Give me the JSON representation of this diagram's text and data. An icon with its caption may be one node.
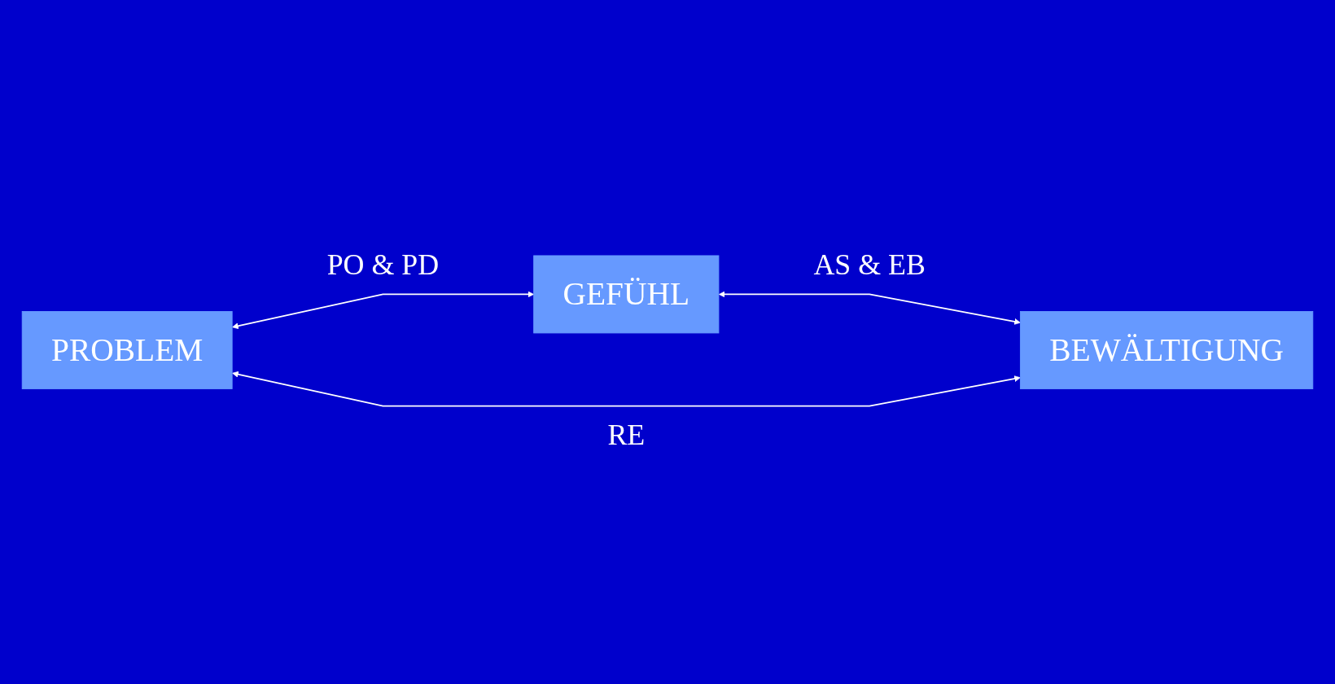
{
  "diagram": {
    "nodes": [
      {
        "text": [
          "GEFÜHL"
        ]
      },
      {
        "text": [
          "PROBLEM"
        ]
      },
      {
        "text": [
          "BEWÄLTIGUNG"
        ]
      }
    ],
    "edges": [
      {
        "from": 1,
        "to": 0,
        "arrow": "both",
        "label": "PO & PD"
      },
      {
        "from": 0,
        "to": 2,
        "arrow": "both",
        "label": "AS & EB"
      },
      {
        "from": 1,
        "to": 2,
        "arrow": "both",
        "label": "RE"
      }
    ]
  }
}
